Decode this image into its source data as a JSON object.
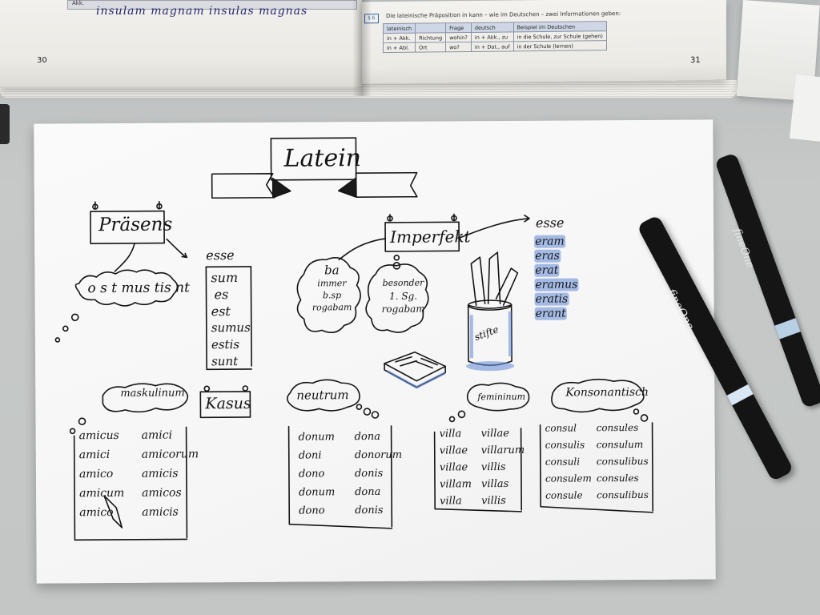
{
  "book": {
    "left_table_cell": "Akk.",
    "handwriting": "insulam magnam insulas magnas",
    "page_left": "30",
    "page_right": "31",
    "exercise_icon": "§ 6",
    "caption": "Die lateinische Präposition in kann – wie im Deutschen – zwei Informationen geben:",
    "table_headers": [
      "lateinisch",
      "",
      "Frage",
      "deutsch",
      "Beispiel im Deutschen"
    ],
    "table_rows": [
      [
        "in + Akk.",
        "Richtung",
        "wohin?",
        "in + Akk., zu",
        "in die Schule, zur Schule (gehen)"
      ],
      [
        "in + Abl.",
        "Ort",
        "wo?",
        "in + Dat., auf",
        "in der Schule (lernen)"
      ]
    ]
  },
  "map": {
    "title": "Latein",
    "praesens": {
      "label": "Präsens",
      "endings": "o s t mus tis nt",
      "esse_label": "esse",
      "esse_forms": [
        "sum",
        "es",
        "est",
        "sumus",
        "estis",
        "sunt"
      ]
    },
    "imperfekt": {
      "label": "Imperfekt",
      "cloud1": [
        "ba",
        "immer",
        "b.sp",
        "rogabam"
      ],
      "cloud2": [
        "besonder",
        "1. Sg.",
        "rogabam"
      ],
      "esse_label": "esse",
      "esse_forms": [
        "eram",
        "eras",
        "erat",
        "eramus",
        "eratis",
        "erant"
      ]
    },
    "pencil_cup_label": "stifte",
    "kasus_label": "Kasus",
    "maskulinum": {
      "label": "maskulinum",
      "left": [
        "amicus",
        "amici",
        "amico",
        "amicum",
        "amico"
      ],
      "right": [
        "amici",
        "amicorum",
        "amicis",
        "amicos",
        "amicis"
      ]
    },
    "neutrum": {
      "label": "neutrum",
      "left": [
        "donum",
        "doni",
        "dono",
        "donum",
        "dono"
      ],
      "right": [
        "dona",
        "donorum",
        "donis",
        "dona",
        "donis"
      ]
    },
    "femininum": {
      "label": "femininum",
      "left": [
        "villa",
        "villae",
        "villae",
        "villam",
        "villa"
      ],
      "right": [
        "villae",
        "villarum",
        "villis",
        "villas",
        "villis"
      ]
    },
    "konsonantisch": {
      "label": "Konsonantisch",
      "left": [
        "consul",
        "consulis",
        "consuli",
        "consulem",
        "consule"
      ],
      "right": [
        "consules",
        "consulum",
        "consulibus",
        "consules",
        "consulibus"
      ]
    }
  },
  "pens": {
    "front_brand": "fineOne",
    "back_brand": "fineOne"
  },
  "colors": {
    "highlight": "#6088d6",
    "ink": "#141414",
    "sheet": "#f7f7f7",
    "desk": "#c3c6c5"
  }
}
